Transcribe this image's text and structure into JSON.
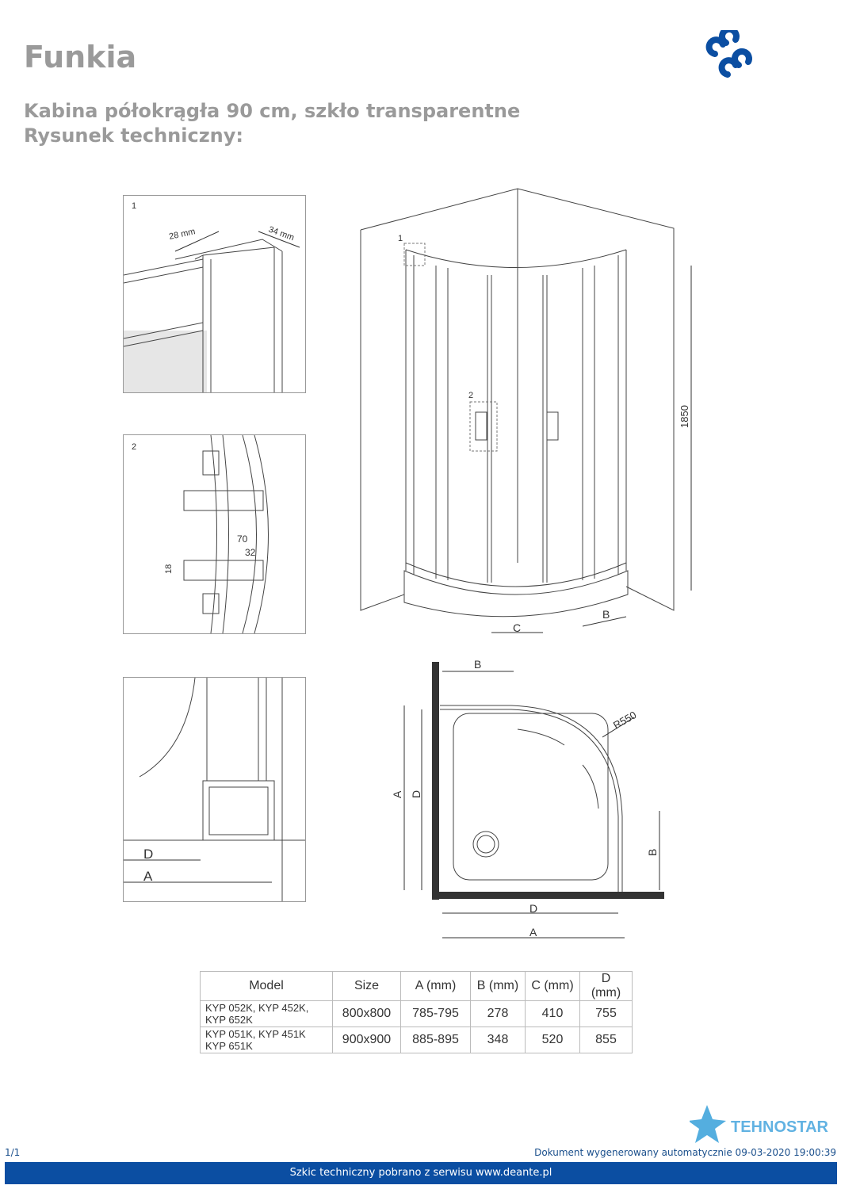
{
  "header": {
    "title": "Funkia",
    "subtitle": "Kabina półokrągła 90 cm, szkło transparentne",
    "subtitle2": "Rysunek techniczny:"
  },
  "colors": {
    "brand": "#0b4ea2",
    "text_gray": "#9a9a9a"
  },
  "drawing": {
    "detail1": {
      "num": "1",
      "w1": "28 mm",
      "w2": "34 mm"
    },
    "detail2": {
      "num": "2",
      "d1": "70",
      "d2": "32",
      "d3": "18"
    },
    "detail3": {
      "d": "D",
      "a": "A"
    },
    "main": {
      "callout1": "1",
      "callout2": "2",
      "height": "1850",
      "b": "B",
      "c": "C"
    },
    "plan": {
      "b_top": "B",
      "radius": "R550",
      "a": "A",
      "d": "D",
      "b_right": "B",
      "d_bottom": "D",
      "a_bottom": "A"
    }
  },
  "table": {
    "headers": [
      "Model",
      "Size",
      "A (mm)",
      "B (mm)",
      "C (mm)",
      "D (mm)"
    ],
    "rows": [
      {
        "model1": "KYP 052K, KYP 452K,",
        "model2": "KYP 652K",
        "size": "800x800",
        "a": "785-795",
        "b": "278",
        "c": "410",
        "d": "755"
      },
      {
        "model1": "KYP 051K, KYP 451K",
        "model2": "KYP 651K",
        "size": "900x900",
        "a": "885-895",
        "b": "348",
        "c": "520",
        "d": "855"
      }
    ]
  },
  "footer": {
    "page": "1/1",
    "generated": "Dokument wygenerowany automatycznie 09-03-2020 19:00:39",
    "source": "Szkic techniczny pobrano z serwisu www.deante.pl",
    "watermark": "TEHNOSTAR"
  }
}
